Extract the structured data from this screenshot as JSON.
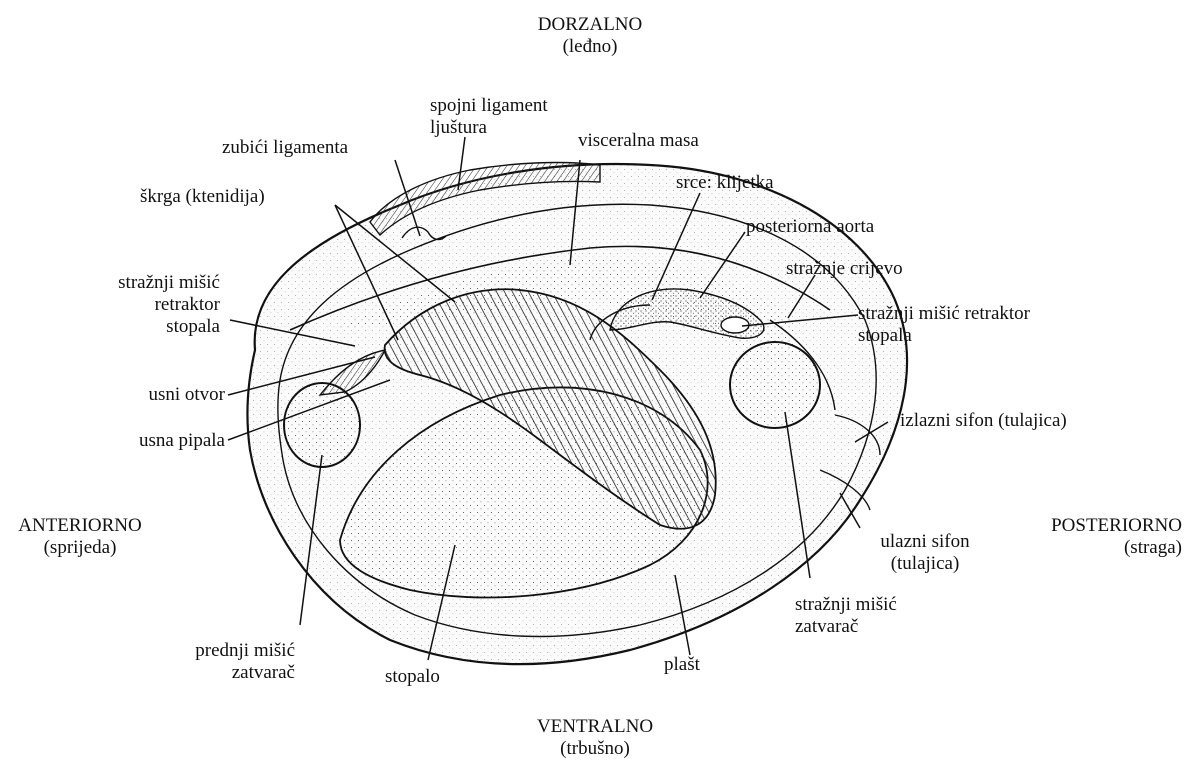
{
  "orientation": {
    "dorsal": [
      "DORZALNO",
      "(leđno)"
    ],
    "ventral": [
      "VENTRALNO",
      "(trbušno)"
    ],
    "anterior": [
      "ANTERIORNO",
      "(sprijeda)"
    ],
    "posterior": [
      "POSTERIORNO",
      "(straga)"
    ]
  },
  "labels": {
    "spojni_ligament": [
      "spojni ligament",
      "ljuštura"
    ],
    "zubici_ligamenta": "zubići ligamenta",
    "visceralna_masa": "visceralna masa",
    "srce_klijetka": "srce: klijetka",
    "skrga": "škrga (ktenidija)",
    "posteriorna_aorta": "posteriorna aorta",
    "straznje_crijevo": "stražnje crijevo",
    "straznji_retraktor_lijevo": [
      "stražnji mišić",
      "retraktor",
      "stopala"
    ],
    "straznji_retraktor_desno": [
      "stražnji mišić retraktor",
      "stopala"
    ],
    "usni_otvor": "usni otvor",
    "usna_pipala": "usna pipala",
    "izlazni_sifon": "izlazni sifon (tulajica)",
    "ulazni_sifon": [
      "ulazni sifon",
      "(tulajica)"
    ],
    "straznji_zatvarac": [
      "stražnji mišić",
      "zatvarač"
    ],
    "prednji_zatvarac": [
      "prednji mišić",
      "zatvarač"
    ],
    "stopalo": "stopalo",
    "plast": "plašt"
  },
  "colors": {
    "ink": "#111111",
    "paper": "#ffffff",
    "stipple": "#555555"
  }
}
